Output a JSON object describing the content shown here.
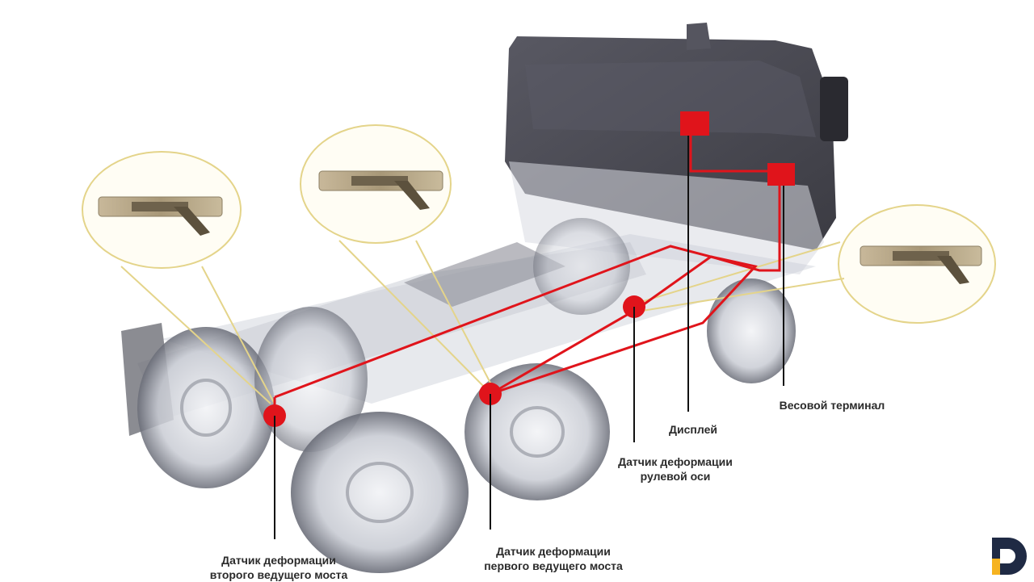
{
  "labels": {
    "steering_axle_sensor": [
      "Датчик деформации",
      "рулевой оси"
    ],
    "display": "Дисплей",
    "weight_terminal": "Весовой терминал",
    "first_drive_axle_sensor": [
      "Датчик деформации",
      "первого ведущего моста"
    ],
    "second_drive_axle_sensor": [
      "Датчик деформации",
      "второго ведущего моста"
    ]
  },
  "colors": {
    "wiring": "#e0141b",
    "callout_ring": "#e4d48a",
    "truck_body": "#3c3c46",
    "logo_dark": "#1f2a44",
    "logo_accent": "#f6b320"
  },
  "icons": {
    "logo": "brand-logo-icon"
  }
}
